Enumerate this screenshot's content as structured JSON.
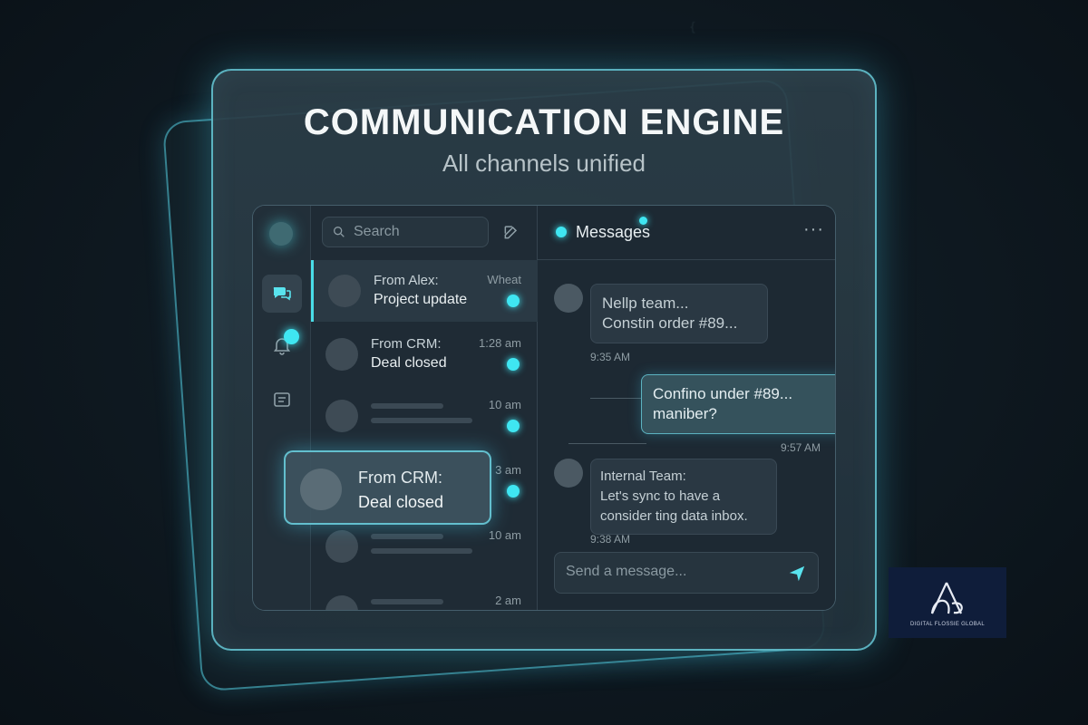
{
  "hero": {
    "title": "COMMUNICATION ENGINE",
    "subtitle": "All channels unified"
  },
  "sidebar": {
    "items": [
      {
        "icon": "chat-bubbles-icon",
        "active": true
      },
      {
        "icon": "bell-icon",
        "has_notification": true
      },
      {
        "icon": "message-square-icon"
      }
    ]
  },
  "conversations": {
    "search_placeholder": "Search",
    "items": [
      {
        "from": "From Alex:",
        "subject": "Project update",
        "time": "Wheat",
        "unread": true,
        "active": true
      },
      {
        "from": "From CRM:",
        "subject": "Deal closed",
        "time": "1:28 am",
        "unread": true
      },
      {
        "from": "",
        "subject": "",
        "time": "10 am",
        "unread": true,
        "placeholder": true
      },
      {
        "from": "",
        "subject": "",
        "time": "3 am",
        "unread": true,
        "placeholder": true
      },
      {
        "from": "",
        "subject": "",
        "time": "10 am",
        "unread": false,
        "placeholder": true
      },
      {
        "from": "",
        "subject": "",
        "time": "2 am",
        "unread": false,
        "placeholder": true
      }
    ]
  },
  "floating_card": {
    "from": "From CRM:",
    "subject": "Deal closed"
  },
  "chat": {
    "title": "Messages",
    "more": "···",
    "messages": [
      {
        "line1": "Nellp team...",
        "line2": "Constin order #89...",
        "time": "9:35 AM",
        "direction": "in"
      },
      {
        "line1": "Confino under #89...",
        "line2": "maniber?",
        "time": "9:57 AM",
        "direction": "out"
      },
      {
        "line1": "Internal Team:",
        "line2": "Let's sync to have a",
        "line3": "consider ting data inbox.",
        "time": "9:38 AM",
        "direction": "in"
      }
    ],
    "composer_placeholder": "Send a message..."
  },
  "brand": {
    "name": "DIGITAL FLOSSIE GLOBAL"
  },
  "colors": {
    "accent": "#3fe6f2",
    "background": "#0f1a22",
    "card_border": "#6edceb"
  }
}
